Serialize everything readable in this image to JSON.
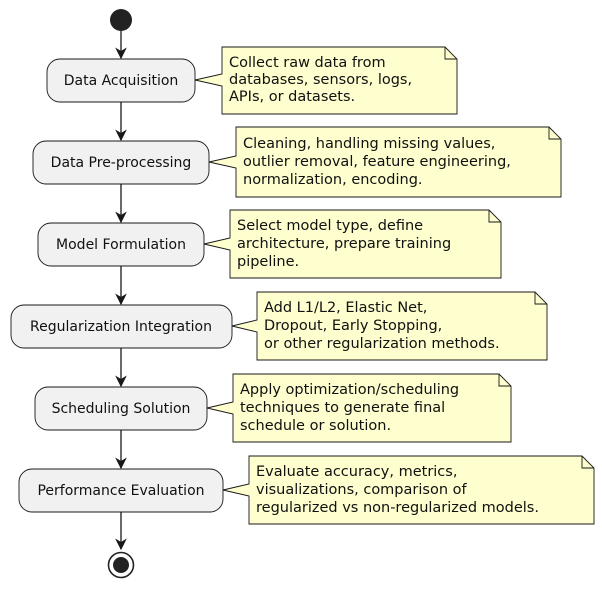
{
  "steps": [
    {
      "label": "Data Acquisition",
      "note": [
        "Collect raw data from",
        "databases, sensors, logs,",
        "APIs, or datasets."
      ]
    },
    {
      "label": "Data Pre-processing",
      "note": [
        "Cleaning, handling missing values,",
        "outlier removal, feature engineering,",
        "normalization, encoding."
      ]
    },
    {
      "label": "Model Formulation",
      "note": [
        "Select model type, define",
        "architecture, prepare training",
        "pipeline."
      ]
    },
    {
      "label": "Regularization Integration",
      "note": [
        "Add L1/L2, Elastic Net,",
        "Dropout, Early Stopping,",
        "or other regularization methods."
      ]
    },
    {
      "label": "Scheduling Solution",
      "note": [
        "Apply optimization/scheduling",
        "techniques to generate final",
        "schedule or solution."
      ]
    },
    {
      "label": "Performance Evaluation",
      "note": [
        "Evaluate accuracy, metrics,",
        "visualizations, comparison of",
        "regularized vs non-regularized models."
      ]
    }
  ],
  "colors": {
    "activity_fill": "#f1f1f1",
    "activity_stroke": "#181818",
    "note_fill": "#fefece",
    "note_stroke": "#181818",
    "edge": "#181818",
    "start_node": "#222222"
  }
}
